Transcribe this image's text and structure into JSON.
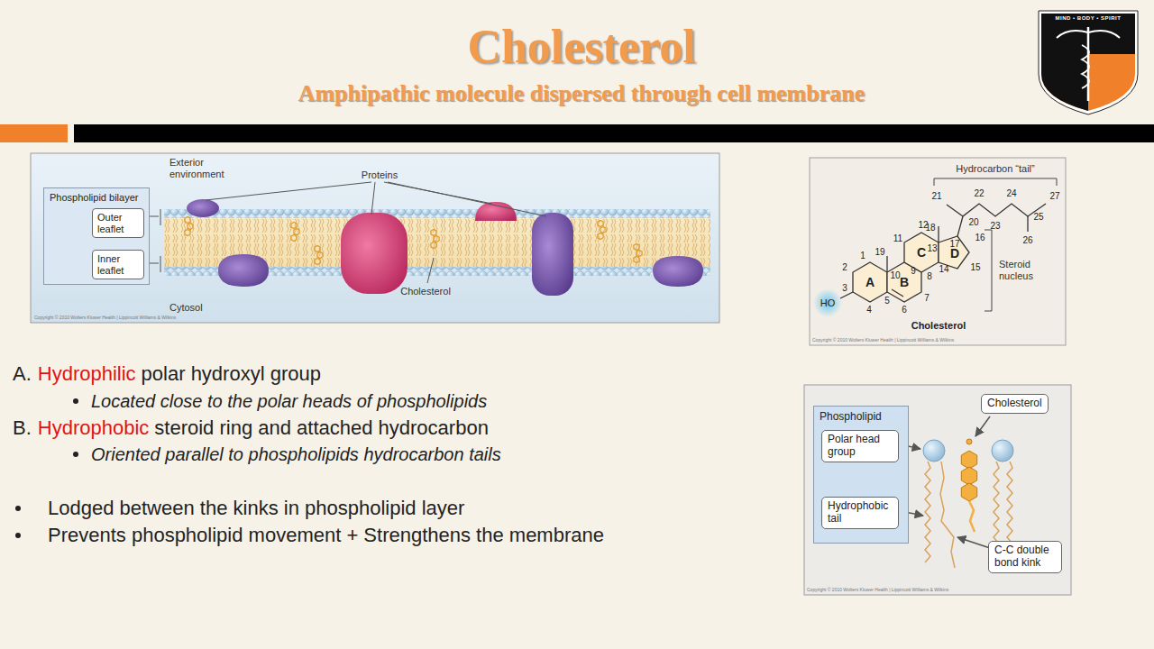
{
  "diagram": {
    "title": "Cholesterol",
    "nodes": [
      {
        "text": [
          "Phospholipid bilayer"
        ]
      },
      {
        "text": [
          "Outer leaflet"
        ],
        "in": 0
      },
      {
        "text": [
          "Inner leaflet"
        ],
        "in": 0
      },
      {
        "text": [
          "Phospholipid"
        ]
      },
      {
        "text": [
          "Polar head group"
        ],
        "in": 3
      },
      {
        "text": [
          "Hydrophobic tail"
        ],
        "in": 3
      },
      {
        "text": [
          "Cholesterol"
        ]
      },
      {
        "text": [
          "C-C double bond kink"
        ]
      }
    ],
    "labels": [
      "Amphipathic molecule dispersed through cell membrane",
      "MIND • BODY • SPIRIT",
      "Exterior environment",
      "Proteins",
      "Cholesterol",
      "Cytosol",
      "Copyright © 2010 Wolters Kluwer Health | Lippincott Williams & Wilkins",
      "Hydrocarbon “tail”",
      "Steroid nucleus",
      "HO",
      "A",
      "B",
      "C",
      "D",
      "Cholesterol",
      "1",
      "2",
      "3",
      "4",
      "5",
      "6",
      "7",
      "8",
      "9",
      "10",
      "11",
      "12",
      "13",
      "14",
      "15",
      "16",
      "17",
      "18",
      "19",
      "20",
      "21",
      "22",
      "23",
      "24",
      "25",
      "26",
      "27",
      "Copyright © 2010 Wolters Kluwer Health | Lippincott Williams & Wilkins",
      "Copyright © 2010 Wolters Kluwer Health | Lippincott Williams & Wilkins",
      "A.",
      "Hydrophilic",
      "polar hydroxyl group",
      "Located close to the polar heads of phospholipids",
      "B.",
      "Hydrophobic",
      "steroid ring and attached hydrocarbon",
      "Oriented parallel to phospholipids hydrocarbon tails",
      "Lodged between the kinks in phospholipid layer",
      "Prevents phospholipid movement + Strengthens the membrane"
    ]
  }
}
